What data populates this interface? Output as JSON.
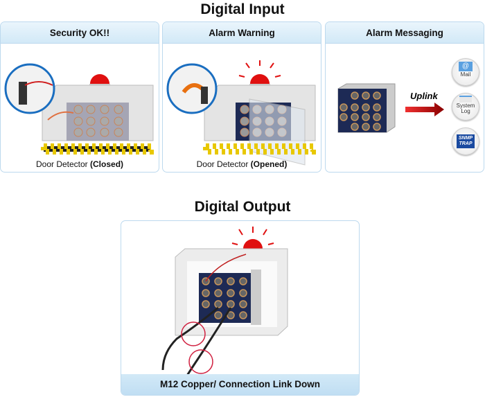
{
  "digital_input": {
    "title": "Digital Input",
    "panels": [
      {
        "header": "Security OK!!",
        "caption_prefix": "Door Detector ",
        "caption_state": "(Closed)"
      },
      {
        "header": "Alarm Warning",
        "caption_prefix": "Door Detector ",
        "caption_state": "(Opened)"
      },
      {
        "header": "Alarm Messaging",
        "arrow_label": "Uplink",
        "targets": [
          {
            "icon": "mail-icon",
            "label": "Mail"
          },
          {
            "icon": "system-log-icon",
            "label": "System Log"
          },
          {
            "icon": "snmp-trap-icon",
            "label": "SNMP TRAP"
          }
        ]
      }
    ]
  },
  "digital_output": {
    "title": "Digital Output",
    "footer": "M12 Copper/ Connection Link Down"
  },
  "colors": {
    "panel_border": "#bcd9ee",
    "header_bg": "#d2e9f7",
    "alarm_red": "#e01010",
    "arrow_red": "#c00000",
    "device_blue": "#1d2a55"
  }
}
